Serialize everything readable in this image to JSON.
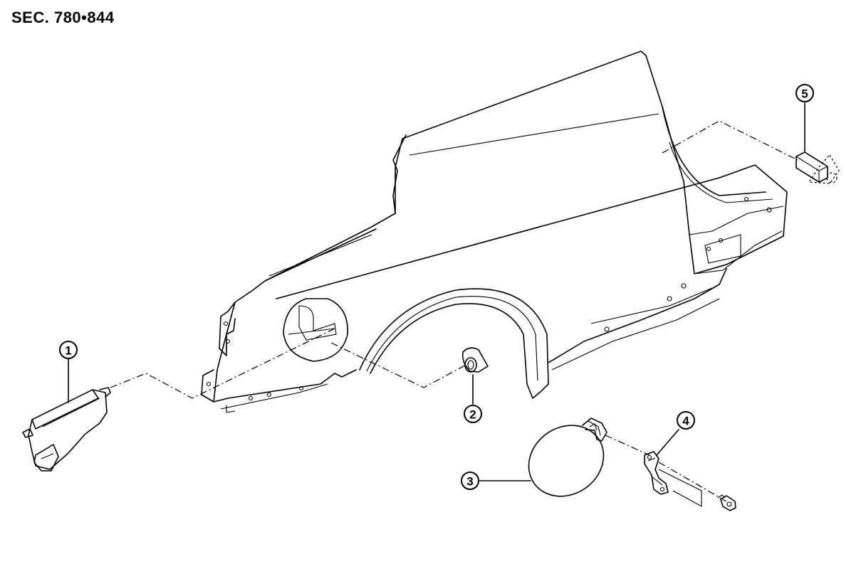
{
  "section_label": "SEC. 780•844",
  "callouts": [
    {
      "id": "callout-1",
      "number": "1"
    },
    {
      "id": "callout-2",
      "number": "2"
    },
    {
      "id": "callout-3",
      "number": "3"
    },
    {
      "id": "callout-4",
      "number": "4"
    },
    {
      "id": "callout-5",
      "number": "5"
    }
  ],
  "parts": [
    {
      "name": "side-marker-housing-part",
      "callout": "1"
    },
    {
      "name": "grommet-part",
      "callout": "2"
    },
    {
      "name": "fuel-filler-lid-part",
      "callout": "3"
    },
    {
      "name": "lid-hinge-bracket-part",
      "callout": "4"
    },
    {
      "name": "sealant-block-part",
      "callout": "5"
    }
  ],
  "colors": {
    "line": "#000000",
    "background": "#ffffff"
  }
}
